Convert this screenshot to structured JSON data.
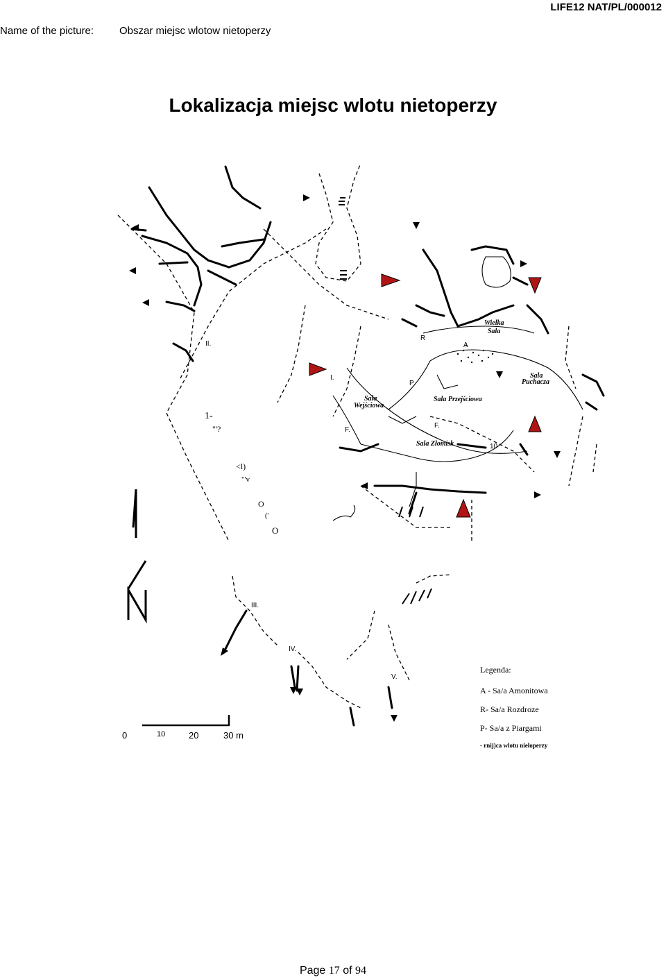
{
  "header": {
    "project_id": "LIFE12 NAT/PL/000012",
    "name_label": "Name of the picture:",
    "name_value": "Obszar miejsc wlotow nietoperzy"
  },
  "title": "Lokalizacja miejsc wlotu nietoperzy",
  "map": {
    "labels": {
      "wielka_sala": [
        "Wielka",
        "Sala"
      ],
      "sala_puchacza": [
        "Sala",
        "Puchacza"
      ],
      "sala_wejsciowa": [
        "Sala",
        "Wejściowa"
      ],
      "sala_przejsciowa": "Sala Przejściowa",
      "sala_zlomisk": "Sala Złomisk",
      "letter_a": "A",
      "letter_r": "R",
      "letter_p": "P",
      "letter_f1": "F.",
      "letter_f2": "F.",
      "num_10": "10",
      "roman_1": "I.",
      "roman_2": "II.",
      "roman_3": "III.",
      "roman_4": "IV.",
      "roman_5": "V.",
      "stray_1": "1-",
      "stray_2": "\"'?",
      "stray_3": "<l)",
      "stray_4": "\"'v",
      "stray_5": "O",
      "stray_6": "('",
      "stray_7": "O"
    },
    "marker_color": "#b01515"
  },
  "scale": {
    "ticks": [
      "0",
      "10",
      "20",
      "30 m"
    ]
  },
  "legend": {
    "title": "Legenda:",
    "items": [
      "A - Sa/a Amonitowa",
      "R- Sa/a Rozdroze",
      "P- Sa/a z Piargami",
      "- rnij)ca wlotu nieloperzy"
    ]
  },
  "footer": {
    "page_word": "Page",
    "page_number": "17",
    "of_word": "of",
    "page_total": "94"
  }
}
